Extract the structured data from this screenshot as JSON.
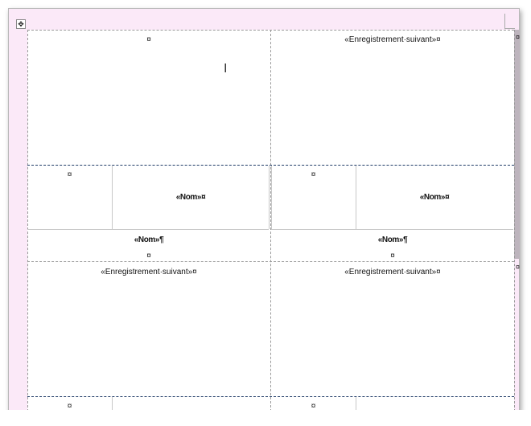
{
  "cell_marker": "¤",
  "labels": [
    {
      "header": "¤",
      "name_inner": "«Nom»¤",
      "name_row": "«Nom»¶",
      "end": "¤",
      "small": "¤"
    },
    {
      "header": "«Enregistrement·suivant»¤",
      "name_inner": "«Nom»¤",
      "name_row": "«Nom»¶",
      "end": "¤",
      "small": "¤"
    },
    {
      "header": "«Enregistrement·suivant»¤",
      "small": "¤"
    },
    {
      "header": "«Enregistrement·suivant»¤",
      "small": "¤"
    }
  ],
  "row_end_markers": [
    "¤",
    "¤"
  ],
  "move_handle": "✥"
}
